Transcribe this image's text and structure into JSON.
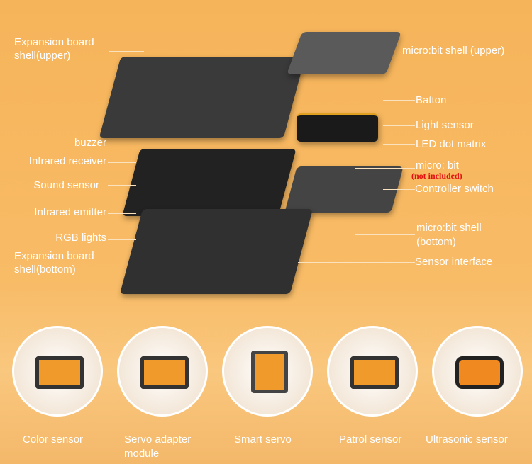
{
  "left_labels": [
    "Expansion board shell(upper)",
    "buzzer",
    "Infrared receiver",
    "Sound sensor",
    "Infrared emitter",
    "RGB lights",
    "Expansion board shell(bottom)"
  ],
  "right_labels": [
    "micro:bit shell (upper)",
    "Batton",
    "Light sensor",
    "LED dot matrix",
    "micro: bit",
    "Controller switch",
    "micro:bit shell (bottom)",
    "Sensor interface"
  ],
  "note": "(not included)",
  "modules": [
    "Color sensor",
    "Servo adapter module",
    "Smart servo",
    "Patrol sensor",
    "Ultrasonic sensor"
  ],
  "colors": {
    "background": "#f6b45a",
    "note": "#e31010"
  }
}
